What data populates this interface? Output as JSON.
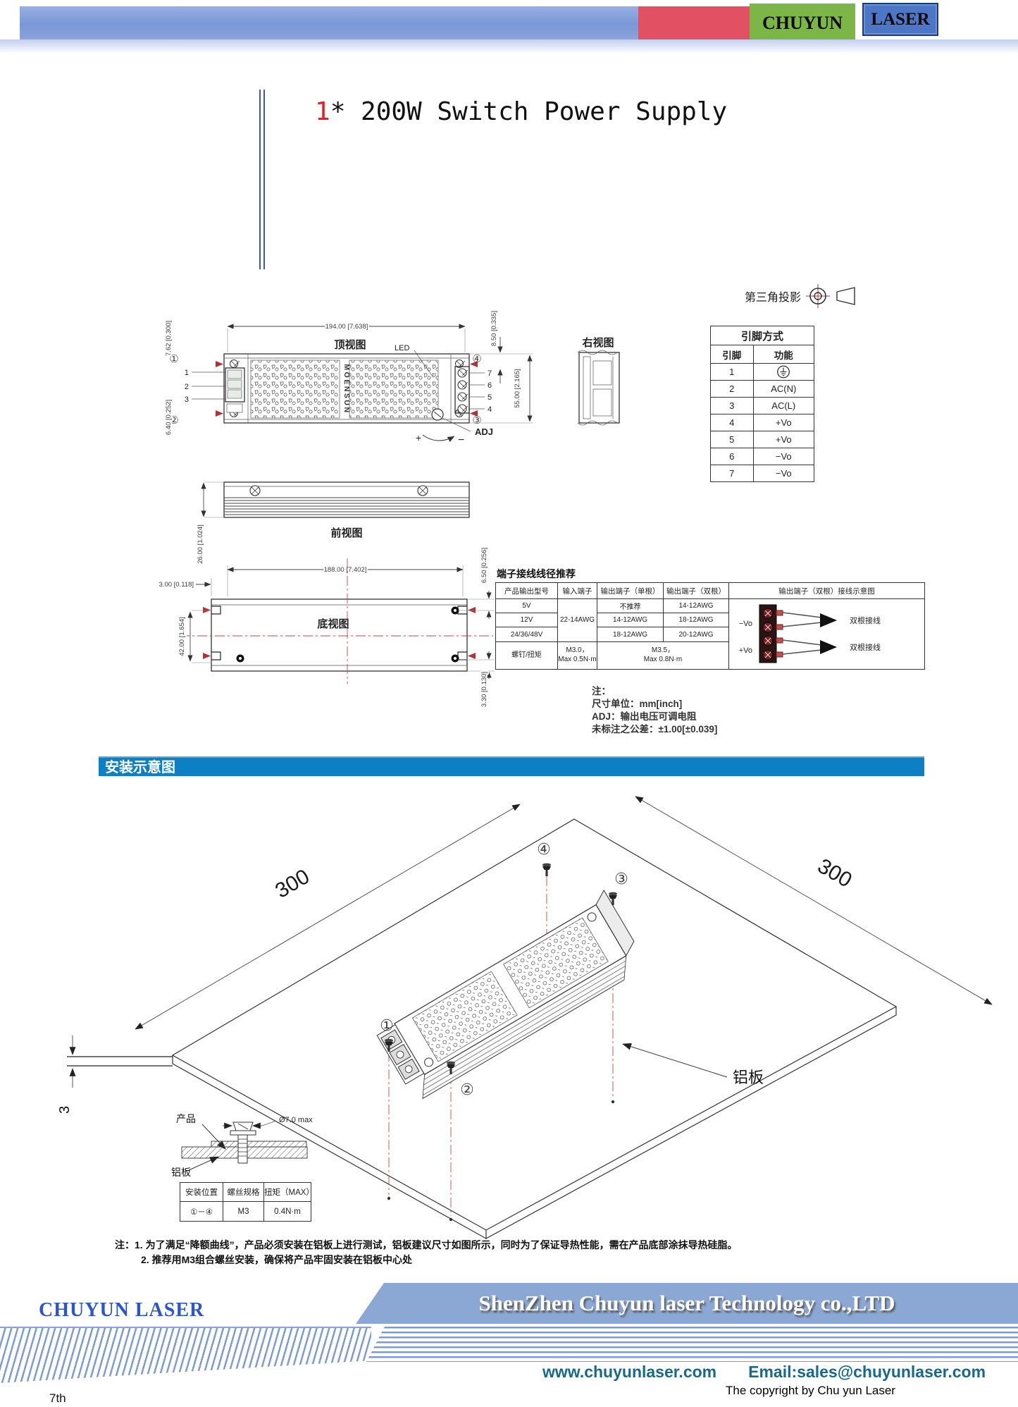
{
  "header": {
    "chuyun": "CHUYUN",
    "laser": "LASER"
  },
  "title": {
    "red": "1",
    "rest": "* 200W Switch Power Supply"
  },
  "projection": {
    "label": "第三角投影"
  },
  "top_view": {
    "label": "顶视图",
    "dim_width": "194.00 [7.638]",
    "dim_a": "7.62 [0.300]",
    "dim_b": "6.40 [0.252]",
    "dim_c": "8.50 [0.335]",
    "dim_d": "55.00 [2.165]",
    "led": "LED",
    "adj": "ADJ",
    "plus": "+",
    "minus": "−",
    "brand": "MOENSUN",
    "pins_left": [
      "1",
      "2",
      "3"
    ],
    "pins_right": [
      "7",
      "6",
      "5",
      "4"
    ],
    "m1": "①",
    "m2": "②",
    "m3": "③",
    "m4": "④"
  },
  "right_view": {
    "label": "右视图"
  },
  "front_view": {
    "label": "前视图",
    "dim_h": "26.00 [1.024]"
  },
  "bottom_view": {
    "label": "底视图",
    "dim_w": "188.00 [7.402]",
    "dim_off": "3.00 [0.118]",
    "dim_h": "42.00 [1.654]",
    "dim_rt": "6.50 [0.256]",
    "dim_rb": "3.30 [0.130]"
  },
  "pin_table": {
    "title": "引脚方式",
    "col_pin": "引脚",
    "col_func": "功能",
    "pins": [
      "1",
      "2",
      "3",
      "4",
      "5",
      "6",
      "7"
    ],
    "funcs": [
      "",
      "AC(N)",
      "AC(L)",
      "+Vo",
      "+Vo",
      "−Vo",
      "−Vo"
    ],
    "ground_icon": "earth-ground-icon"
  },
  "terminal_table": {
    "title": "端子接线线径推荐",
    "h1": "产品输出型号",
    "h2": "输入端子",
    "h3": "输出端子（单根）",
    "h4": "输出端子（双根）",
    "h5": "输出端子（双根）接线示意图",
    "r1": [
      "5V",
      "22-14AWG",
      "不推荐",
      "14-12AWG"
    ],
    "r2": [
      "12V",
      "14-12AWG",
      "18-12AWG"
    ],
    "r3": [
      "24/36/48V",
      "18-12AWG",
      "20-12AWG"
    ],
    "r4a": "螺钉/扭矩",
    "r4b1": "M3.0，",
    "r4b2": "Max 0.5N·m",
    "r4c1": "M3.5，",
    "r4c2": "Max 0.8N·m",
    "neg": "−Vo",
    "pos": "+Vo",
    "wire": "双根接线"
  },
  "notes": {
    "t": "注：",
    "l1": "尺寸单位：mm[inch]",
    "l2": "ADJ：输出电压可调电阻",
    "l3": "未标注之公差：±1.00[±0.039]"
  },
  "install": {
    "banner": "安装示意图",
    "dim300_left": "300",
    "dim300_right": "300",
    "dim3": "3",
    "m1": "①",
    "m2": "②",
    "m3": "③",
    "m4": "④",
    "plate": "铝板",
    "detail_product": "产品",
    "detail_plate": "铝板",
    "detail_dia": "Ø7.0 max",
    "mt_h1": "安装位置",
    "mt_h2": "螺丝规格",
    "mt_h3": "扭矩（MAX）",
    "mt_r1": "①－④",
    "mt_r2": "M3",
    "mt_r3": "0.4N·m",
    "note1": "注：1. 为了满足“降额曲线”，产品必须安装在铝板上进行测试，铝板建议尺寸如图所示，同时为了保证导热性能，需在产品底部涂抹导热硅脂。",
    "note2": "2. 推荐用M3组合螺丝安装，确保将产品牢固安装在铝板中心处"
  },
  "footer": {
    "brand": "CHUYUN LASER",
    "company": "ShenZhen Chuyun laser Technology co.,LTD",
    "website": "www.chuyunlaser.com",
    "email": "Email:sales@chuyunlaser.com",
    "copyright": "The copyright by Chu yun Laser",
    "page": "7th"
  },
  "colors": {
    "header_bar": "#7d99d8",
    "red_block": "#e25163",
    "green_block": "#7cb647",
    "laser_block": "#4e76c6",
    "section_banner": "#0d7fc5",
    "footer_banner": "#8ba7d4",
    "link_teal": "#17698c",
    "brand_blue": "#2b55cc",
    "title_red": "#ed1c24",
    "drawing_red": "#b23333"
  }
}
